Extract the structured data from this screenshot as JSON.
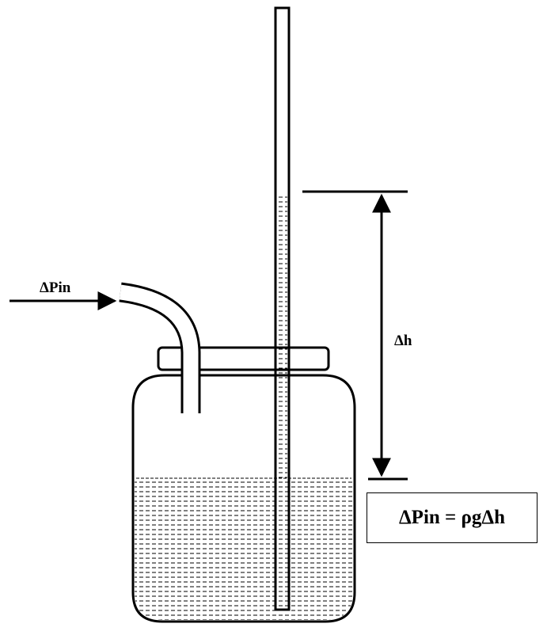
{
  "labels": {
    "pressure_in": "ΔPin",
    "height_diff": "Δh"
  },
  "equation": "ΔPin = ρgΔh"
}
